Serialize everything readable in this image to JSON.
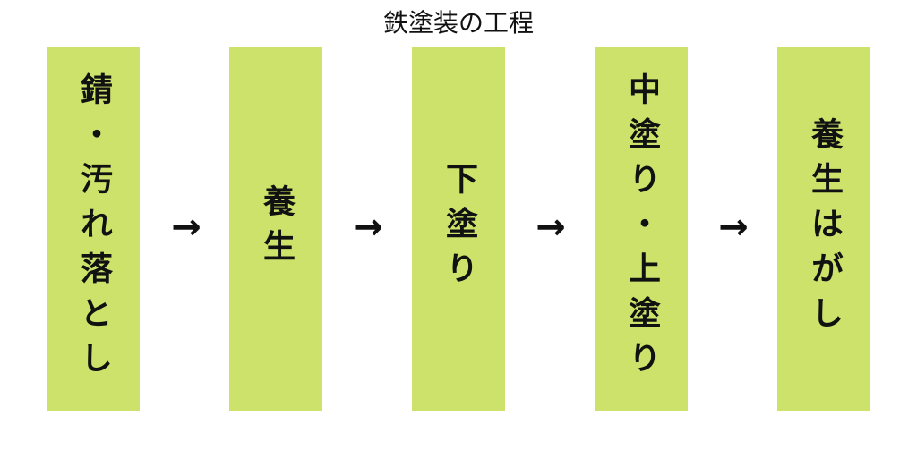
{
  "diagram": {
    "title": "鉄塗装の工程",
    "steps": [
      {
        "label": "錆・汚れ落とし"
      },
      {
        "label": "養生"
      },
      {
        "label": "下塗り"
      },
      {
        "label": "中塗り・上塗り"
      },
      {
        "label": "養生はがし"
      }
    ],
    "arrow_glyph": "→",
    "colors": {
      "step_fill": "#cde26a",
      "text": "#111111",
      "background": "#ffffff"
    }
  }
}
